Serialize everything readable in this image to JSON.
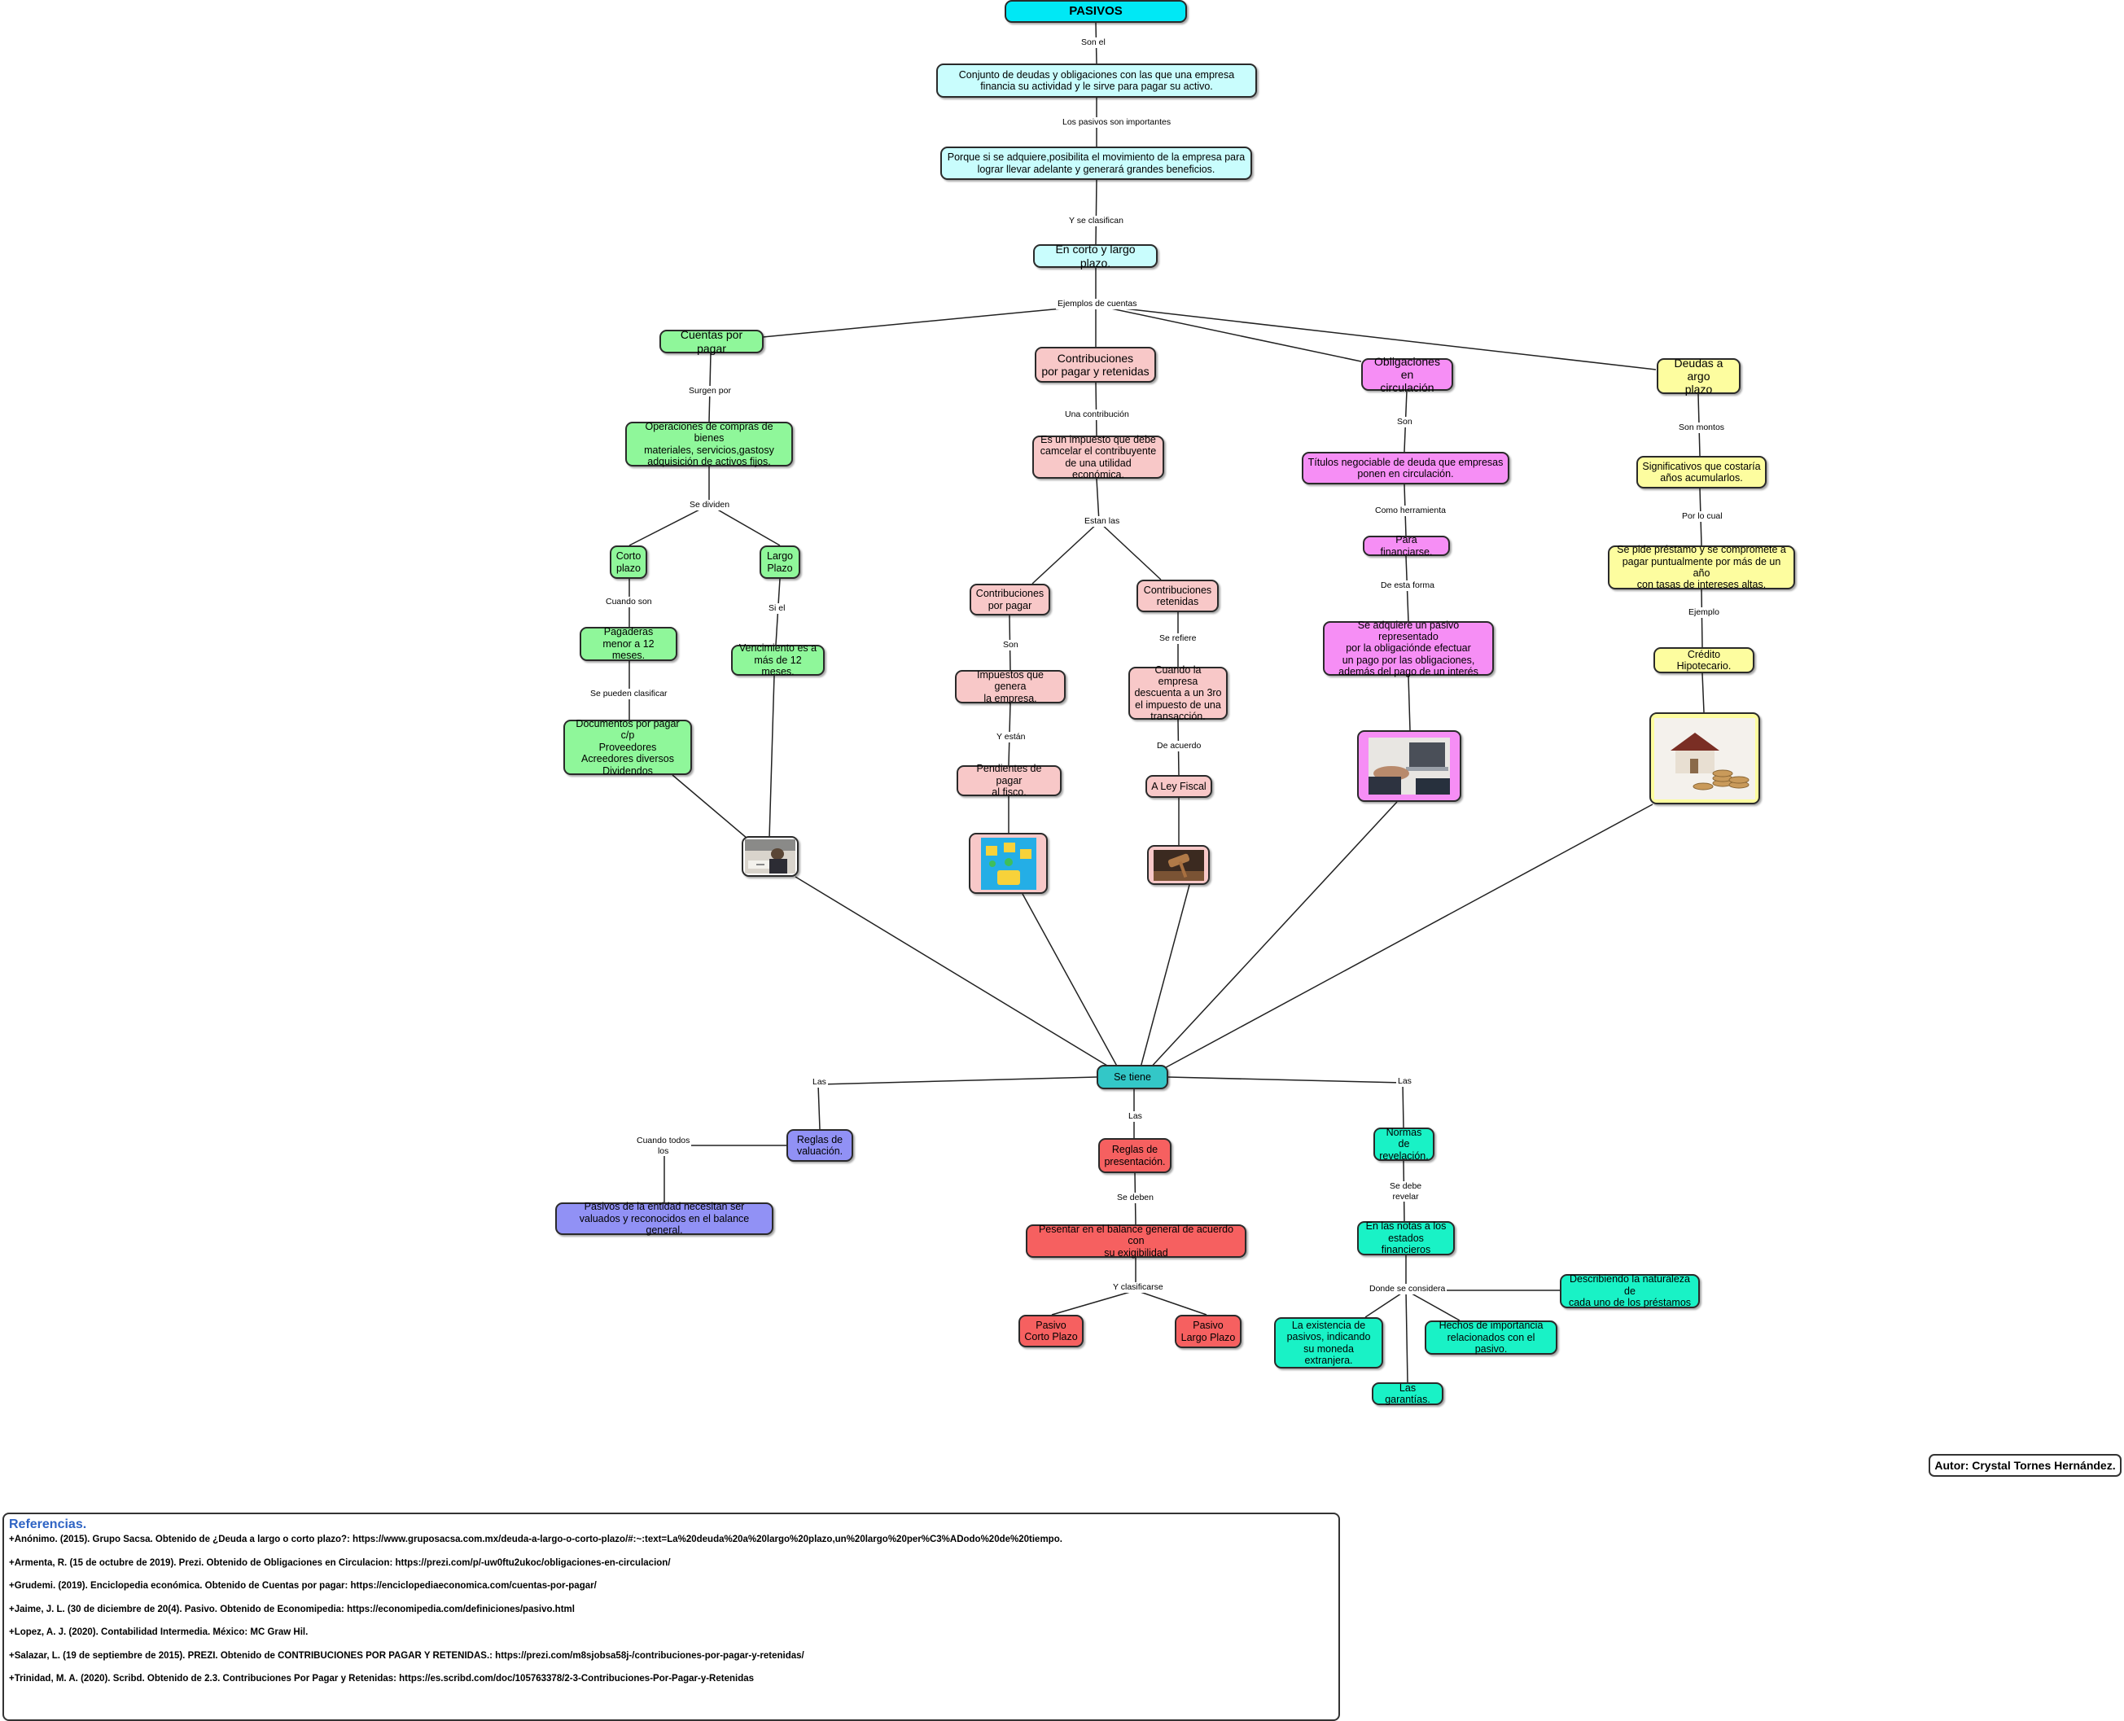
{
  "colors": {
    "cyan": "#00e8f5",
    "lightcyan": "#c9fdfd",
    "green": "#8ff79a",
    "pink": "#f8c8c8",
    "magenta": "#f68ef5",
    "yellow": "#fdfd9f",
    "teal": "#33c7c7",
    "blue": "#9191f5",
    "red": "#f66060",
    "aqua": "#19f2c6"
  },
  "nodes": {
    "pasivos": "PASIVOS",
    "def": "Conjunto de deudas y obligaciones con las que una empresa\nfinancia su actividad y le sirve para pagar su activo.",
    "porque": "Porque si se adquiere,posibilita el movimiento de la empresa para\nlograr llevar adelante y generará grandes beneficios.",
    "corto_largo": "En corto y largo plazo.",
    "cuentas": "Cuentas por pagar",
    "contrib": "Contribuciones\npor pagar y retenidas",
    "oblig": "Obligaciones en\ncirculación",
    "deudas": "Deudas a argo\nplazo",
    "operaciones": "Operaciones de compras de bienes\nmateriales, servicios,gastosy\nadquisición de activos fijos.",
    "corto_plazo": "Corto\nplazo",
    "largo_plazo": "Largo\nPlazo",
    "pagaderas": "Pagaderas\nmenor a 12 meses.",
    "vencimiento": "Vencimiento es a\nmás de 12 meses.",
    "documentos": "Documentos por pagar c/p\nProveedores\nAcreedores diversos\nDividendos",
    "impuesto": "Es un impuesto que debe\ncamcelar el contribuyente\nde una utilidad económica.",
    "contrib_pagar": "Contribuciones\npor pagar",
    "contrib_ret": "Contribuciones\nretenidas",
    "impuestos_genera": "Impuestos que genera\nla empresa.",
    "cuando_empresa": "Cuando la empresa\ndescuenta a un 3ro\nel impuesto de una\ntransacción.",
    "pendientes": "Pendientes de pagar\nal fisco.",
    "ley_fiscal": "A Ley Fiscal",
    "titulos": "Títulos negociable de deuda que empresas\nponen en circulación.",
    "financiarse": "Para financiarse.",
    "adquiere": "Se adquiere un pasivo representado\npor la obligaciónde efectuar\nun pago por las obligaciones,\nademás del pago de un interés",
    "significativos": "Significativos que costaría\naños acumularlos.",
    "pide_prestamo": "Se pide préstamo y se compromete a\npagar puntualmente por más de un año\ncon tasas de intereses altas.",
    "credito": "Crédito Hipotecario.",
    "se_tiene": "Se tiene",
    "reglas_val": "Reglas de\nvaluación.",
    "pasivos_entidad": "Pasivos de la entidad necesitan ser\nvaluados y reconocidos en el balance general.",
    "reglas_pres": "Reglas de\npresentación.",
    "presentar": "Pesentar en el balance general de acuerdo con\nsu exigibilidad",
    "pasivo_cp": "Pasivo\nCorto Plazo",
    "pasivo_lp": "Pasivo\nLargo Plazo",
    "normas": "Normas de\nrevelación.",
    "notas": "En las notas a los\nestados financieros",
    "describiendo": "Describiendo la naturaleza de\ncada uno de los préstamos",
    "existencia": "La existencia de\npasivos, indicando\nsu moneda extranjera.",
    "hechos": "Hechos de importancia\nrelacionados con el pasivo.",
    "garantias": "Las garantías."
  },
  "links": {
    "son_el": "Son el",
    "importantes": "Los pasivos son importantes",
    "clasifican": "Y se clasifican",
    "ejemplos": "Ejemplos de cuentas",
    "surgen": "Surgen por",
    "dividen": "Se dividen",
    "cuando_son": "Cuando son",
    "si_el": "Si el",
    "pueden_clasificar": "Se pueden clasificar",
    "una_contrib": "Una contribución",
    "estan_las": "Estan las",
    "son1": "Son",
    "refiere": "Se refiere",
    "y_estan": "Y están",
    "de_acuerdo": "De acuerdo",
    "son2": "Son",
    "herramienta": "Como herramienta",
    "esta_forma": "De esta forma",
    "son_montos": "Son montos",
    "por_lo_cual": "Por lo cual",
    "ejemplo": "Ejemplo",
    "las_left": "Las",
    "las_mid": "Las",
    "las_right": "Las",
    "cuando_todos": "Cuando todos\nlos",
    "se_deben": "Se deben",
    "y_clasificarse": "Y clasificarse",
    "se_debe_revelar": "Se debe\nrevelar",
    "donde": "Donde se considera"
  },
  "images": [
    "office-photo-icon",
    "money-puzzle-icon",
    "gavel-icon",
    "handshake-laptop-icon",
    "house-coins-icon"
  ],
  "references": {
    "title": "Referencias.",
    "items": [
      "+Anónimo. (2015). Grupo Sacsa. Obtenido de ¿Deuda a largo o corto plazo?: https://www.gruposacsa.com.mx/deuda-a-largo-o-corto-plazo/#:~:text=La%20deuda%20a%20largo%20plazo,un%20largo%20per%C3%ADodo%20de%20tiempo.",
      "+Armenta, R. (15 de octubre de 2019). Prezi. Obtenido de Obligaciones en Circulacion: https://prezi.com/p/-uw0ftu2ukoc/obligaciones-en-circulacion/",
      "+Grudemi. (2019). Enciclopedia económica. Obtenido de Cuentas por pagar: https://enciclopediaeconomica.com/cuentas-por-pagar/",
      "+Jaime, J. L. (30 de diciembre de 20(4). Pasivo. Obtenido de Economipedia: https://economipedia.com/definiciones/pasivo.html",
      "+Lopez, A. J. (2020). Contabilidad Intermedia. México: MC Graw Hil.",
      "+Salazar, L. (19 de septiembre de 2015). PREZI. Obtenido de CONTRIBUCIONES POR PAGAR Y RETENIDAS.: https://prezi.com/m8sjobsa58j-/contribuciones-por-pagar-y-retenidas/",
      "+Trinidad, M. A. (2020). Scribd. Obtenido de 2.3. Contribuciones Por Pagar y Retenidas: https://es.scribd.com/doc/105763378/2-3-Contribuciones-Por-Pagar-y-Retenidas"
    ]
  },
  "author": "Autor: Crystal Tornes Hernández."
}
